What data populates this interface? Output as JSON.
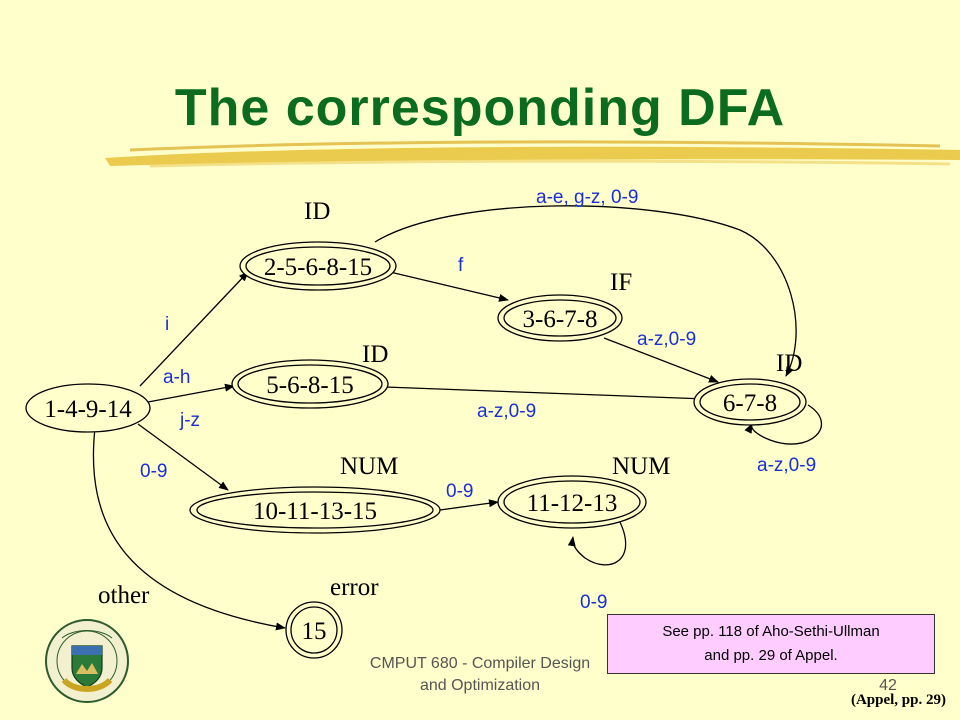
{
  "slide": {
    "title": "The corresponding DFA",
    "footer_line1": "CMPUT 680 - Compiler Design",
    "footer_line2": "and Optimization",
    "page_number": "42",
    "note_line1": "See pp. 118 of Aho-Sethi-Ullman",
    "note_line2": "and pp. 29 of Appel.",
    "citation": "(Appel, pp. 29)",
    "colors": {
      "background": "#ffffcc",
      "title": "#0b6b1e",
      "edge_label": "#1a2fd6",
      "note_bg": "#ffccff",
      "brush": "#e8c540"
    }
  },
  "states": [
    {
      "id": "s1",
      "label": "1-4-9-14",
      "token": ""
    },
    {
      "id": "s2",
      "label": "2-5-6-8-15",
      "token": "ID"
    },
    {
      "id": "s3",
      "label": "3-6-7-8",
      "token": "IF"
    },
    {
      "id": "s4",
      "label": "5-6-8-15",
      "token": "ID"
    },
    {
      "id": "s5",
      "label": "6-7-8",
      "token": "ID"
    },
    {
      "id": "s6",
      "label": "10-11-13-15",
      "token": "NUM"
    },
    {
      "id": "s7",
      "label": "11-12-13",
      "token": "NUM"
    },
    {
      "id": "s8",
      "label": "15",
      "token": "error"
    }
  ],
  "transitions": [
    {
      "from": "1-4-9-14",
      "to": "2-5-6-8-15",
      "label": "i"
    },
    {
      "from": "1-4-9-14",
      "to": "5-6-8-15",
      "label": "a-h"
    },
    {
      "from": "1-4-9-14",
      "to": "5-6-8-15",
      "label": "j-z"
    },
    {
      "from": "1-4-9-14",
      "to": "10-11-13-15",
      "label": "0-9"
    },
    {
      "from": "1-4-9-14",
      "to": "15",
      "label": "other"
    },
    {
      "from": "2-5-6-8-15",
      "to": "3-6-7-8",
      "label": "f"
    },
    {
      "from": "2-5-6-8-15",
      "to": "6-7-8",
      "label": "a-e, g-z, 0-9"
    },
    {
      "from": "3-6-7-8",
      "to": "6-7-8",
      "label": "a-z,0-9"
    },
    {
      "from": "5-6-8-15",
      "to": "6-7-8",
      "label": "a-z,0-9"
    },
    {
      "from": "6-7-8",
      "to": "6-7-8",
      "label": "a-z,0-9"
    },
    {
      "from": "10-11-13-15",
      "to": "11-12-13",
      "label": "0-9"
    },
    {
      "from": "11-12-13",
      "to": "11-12-13",
      "label": "0-9"
    }
  ]
}
